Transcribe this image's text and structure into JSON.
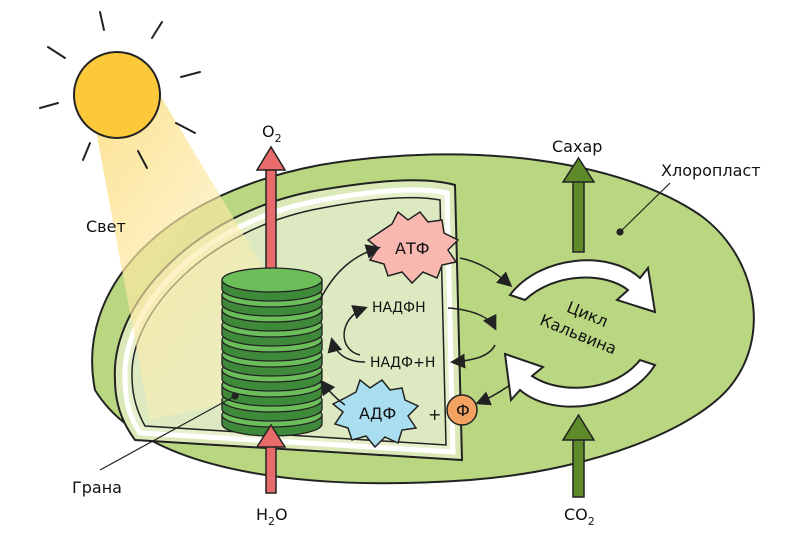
{
  "labels": {
    "light": "Свет",
    "chloroplast": "Хлоропласт",
    "grana": "Грана",
    "sugar": "Сахар",
    "o2": "O",
    "o2_sub": "2",
    "h2o_h": "H",
    "h2o_sub": "2",
    "h2o_o": "O",
    "co2": "CO",
    "co2_sub": "2",
    "atp": "АТФ",
    "adp": "АДФ",
    "phosphate": "Ф",
    "plus": "+",
    "nadph": "НАДФН",
    "nadp": "НАДФ+Н",
    "cycle_line1": "Цикл",
    "cycle_line2": "Кальвина"
  },
  "colors": {
    "chloroplast_fill": "#b9d780",
    "stroma_fill": "#dbe9b8",
    "grana_fill": "#6cbe5a",
    "grana_dark": "#3f8a3a",
    "red_arrow": "#e86b6b",
    "green_arrow": "#5e8a2a",
    "sun": "#fbc93a",
    "atp_fill": "#f8b8b0",
    "adp_fill": "#a9def0",
    "phosphate_fill": "#f4a261"
  }
}
